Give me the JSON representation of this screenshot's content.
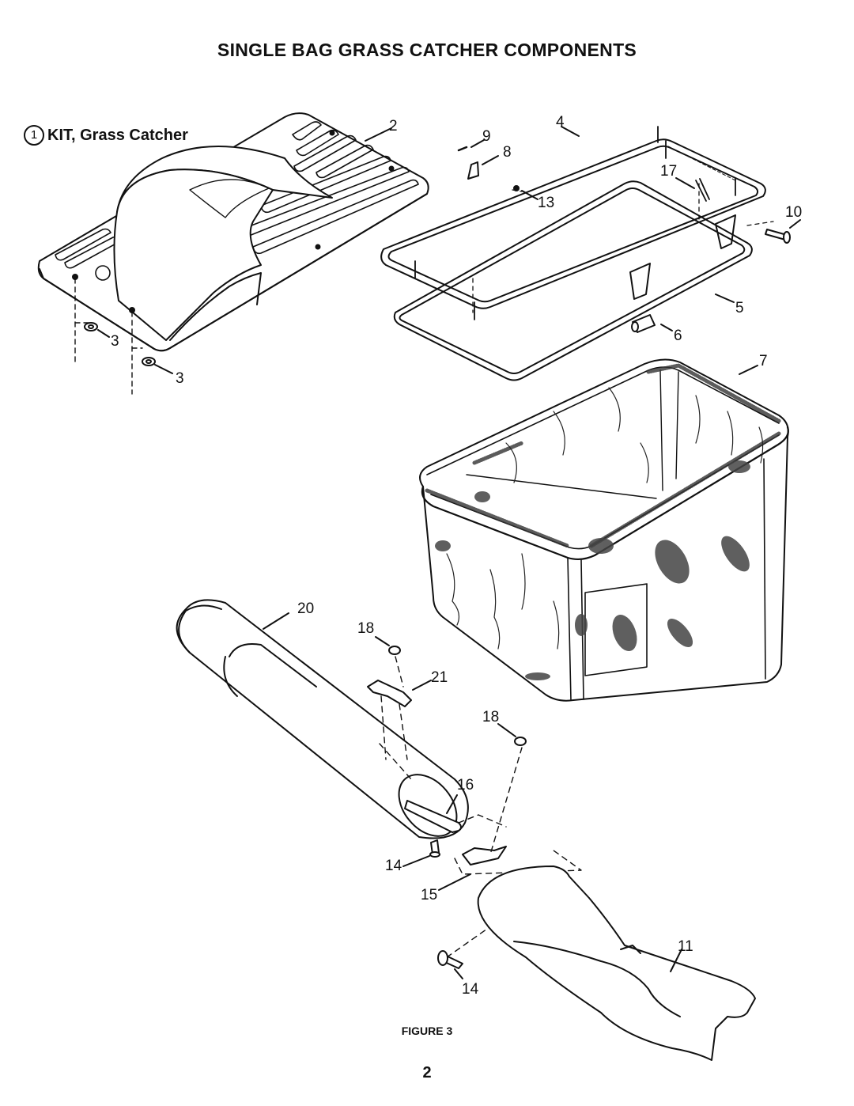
{
  "title": "SINGLE BAG GRASS CATCHER COMPONENTS",
  "kit": {
    "number": "1",
    "label": "KIT, Grass Catcher"
  },
  "callouts": {
    "c2": "2",
    "c3a": "3",
    "c3b": "3",
    "c4": "4",
    "c5": "5",
    "c6": "6",
    "c7": "7",
    "c8": "8",
    "c9": "9",
    "c10": "10",
    "c11": "11",
    "c13": "13",
    "c14a": "14",
    "c14b": "14",
    "c15": "15",
    "c16": "16",
    "c17": "17",
    "c18a": "18",
    "c18b": "18",
    "c20": "20",
    "c21": "21"
  },
  "figure_caption": "FIGURE 3",
  "page_number": "2"
}
